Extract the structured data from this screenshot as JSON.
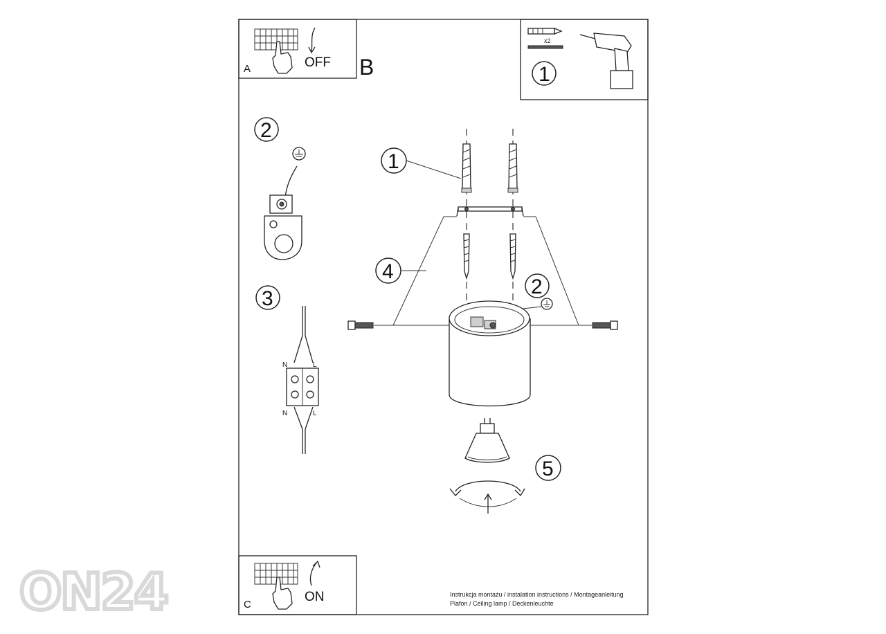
{
  "panels": {
    "a": {
      "label": "A",
      "action": "OFF"
    },
    "c": {
      "label": "C",
      "action": "ON"
    }
  },
  "main_label": "B",
  "steps": {
    "tools_step": "1",
    "screw_count": "x2",
    "wall_plug_step": "1",
    "ground_step_left": "2",
    "ground_step_right": "2",
    "wiring_step": "3",
    "mount_step": "4",
    "bulb_step": "5"
  },
  "wiring": {
    "n_top": "N",
    "l_top": "L",
    "n_bottom": "N",
    "l_bottom": "L"
  },
  "footer": {
    "line1": "Instrukcja montażu / instalation instructions / Montageanleitung",
    "line2": "Plafon / Ceiling lamp / Deckenleuchte"
  },
  "watermark": "ON24",
  "icons": [
    "fuse-box-icon",
    "hand-pointer-icon",
    "curved-arrow-icon",
    "wall-plug-icon",
    "screw-icon",
    "drill-icon",
    "ground-symbol-icon",
    "terminal-block-icon",
    "gu10-bulb-icon",
    "rotate-arrow-icon"
  ]
}
